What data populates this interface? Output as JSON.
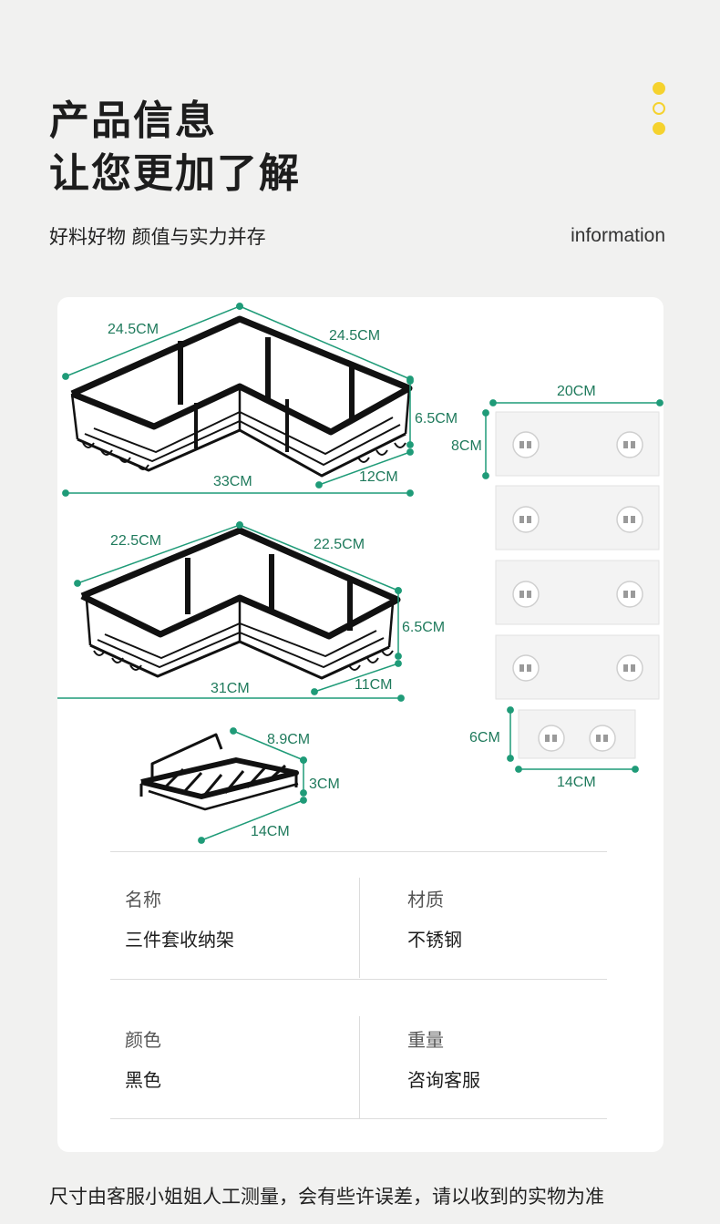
{
  "header": {
    "title_line1": "产品信息",
    "title_line2": "让您更加了解",
    "subtitle": "好料好物 颜值与实力并存",
    "info_label": "information"
  },
  "colors": {
    "accent_dots": "#f5d22e",
    "dimension_lines": "#1f9b78",
    "dimension_text": "#1f7a5c",
    "rack": "#111111"
  },
  "dimensions": {
    "rack_large": {
      "side_a": "24.5CM",
      "side_b": "24.5CM",
      "height": "6.5CM",
      "length": "33CM",
      "depth": "12CM"
    },
    "rack_medium": {
      "side_a": "22.5CM",
      "side_b": "22.5CM",
      "height": "6.5CM",
      "length": "31CM",
      "depth": "11CM"
    },
    "soap_dish": {
      "width": "8.9CM",
      "height": "3CM",
      "length": "14CM"
    },
    "hook_large": {
      "width": "20CM",
      "height": "8CM"
    },
    "hook_small": {
      "width": "14CM",
      "height": "6CM"
    }
  },
  "specs": [
    {
      "label": "名称",
      "value": "三件套收纳架"
    },
    {
      "label": "材质",
      "value": "不锈钢"
    },
    {
      "label": "颜色",
      "value": "黑色"
    },
    {
      "label": "重量",
      "value": "咨询客服"
    }
  ],
  "footer": "尺寸由客服小姐姐人工测量，会有些许误差，请以收到的实物为准"
}
